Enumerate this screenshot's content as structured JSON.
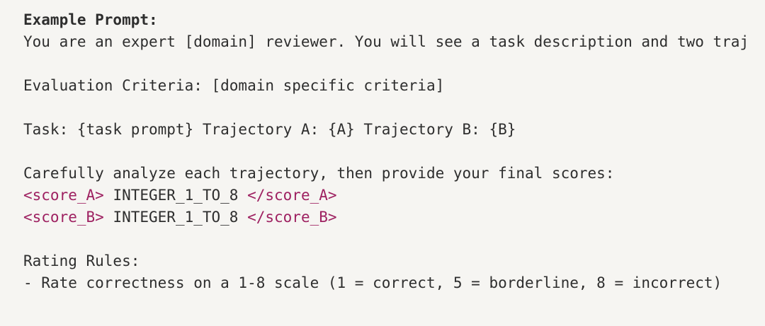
{
  "panel": {
    "background_color": "#f6f5f2",
    "text_color": "#2e2e2e",
    "tag_color": "#9e2161"
  },
  "code_block": {
    "heading": "Example Prompt:",
    "lines": [
      {
        "text": "Example Prompt:"
      },
      {
        "text": "You are an expert [domain] reviewer. You will see a task description and two traj"
      },
      {
        "text": ""
      },
      {
        "text": "Evaluation Criteria: [domain specific criteria]"
      },
      {
        "text": ""
      },
      {
        "text": "Task: {task prompt} Trajectory A: {A} Trajectory B: {B}"
      },
      {
        "text": ""
      },
      {
        "text": "Carefully analyze each trajectory, then provide your final scores:"
      },
      {
        "open_tag": "<score_A>",
        "value": " INTEGER_1_TO_8 ",
        "close_tag": "</score_A>"
      },
      {
        "open_tag": "<score_B>",
        "value": " INTEGER_1_TO_8 ",
        "close_tag": "</score_B>"
      },
      {
        "text": ""
      },
      {
        "text": "Rating Rules:"
      },
      {
        "text": "- Rate correctness on a 1-8 scale (1 = correct, 5 = borderline, 8 = incorrect)"
      }
    ]
  }
}
